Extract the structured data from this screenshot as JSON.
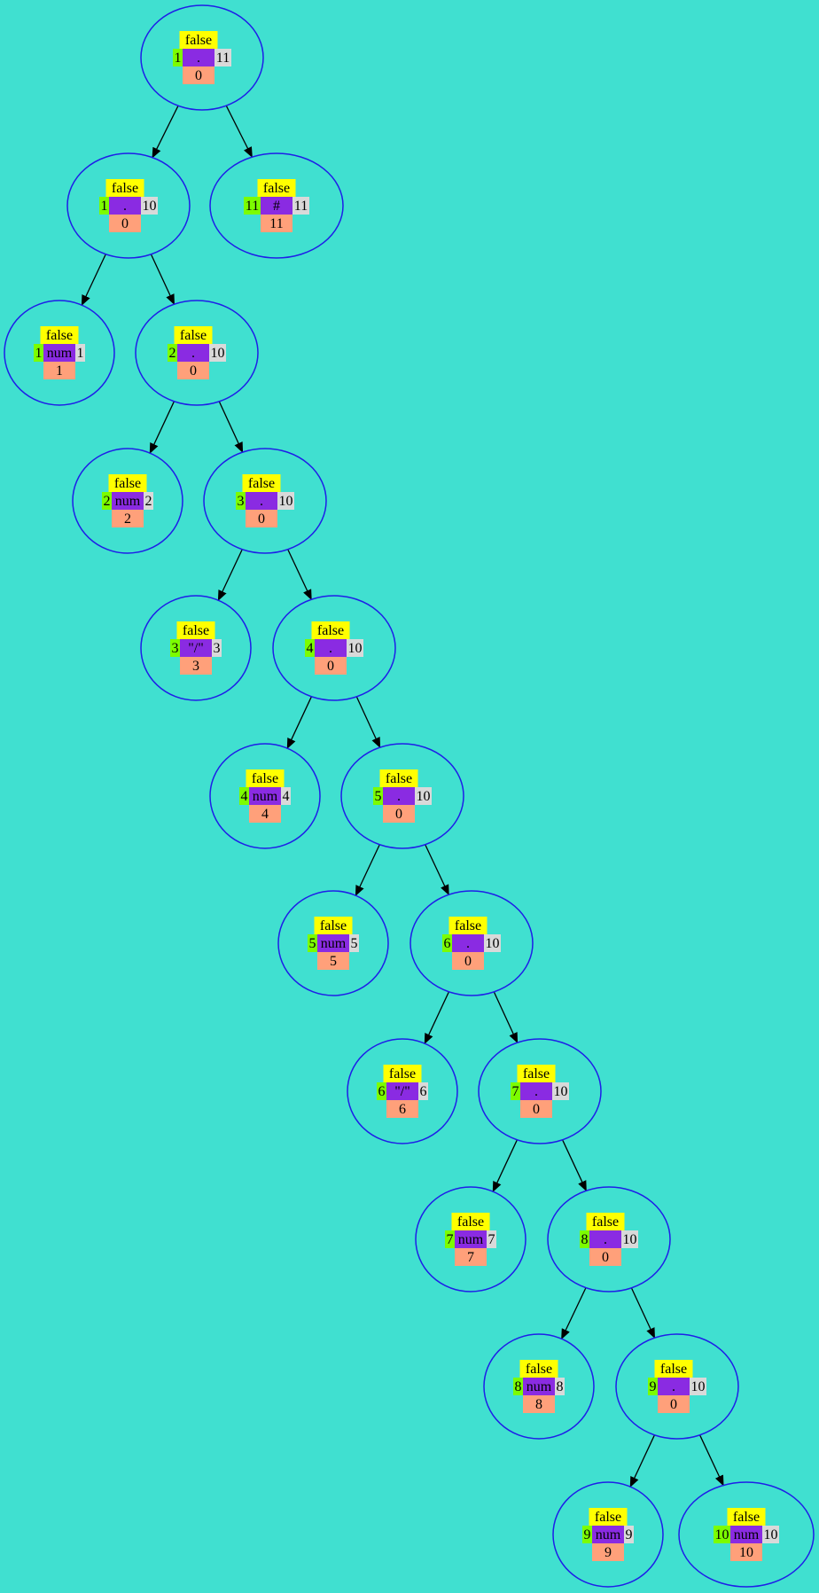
{
  "colors": {
    "background": "#40E0D0",
    "node_border": "#1E1EE8",
    "edge": "#000000",
    "nullable_cell": "#FFFF00",
    "firstpos_cell": "#7CFC00",
    "symbol_cell": "#8A2BE2",
    "lastpos_cell": "#D9D9D9",
    "position_cell": "#FFA07A"
  },
  "tree": {
    "nodes": [
      {
        "id": "n0",
        "nullable": "false",
        "first": "1",
        "symbol": ".",
        "last": "11",
        "pos": "0"
      },
      {
        "id": "n1",
        "nullable": "false",
        "first": "1",
        "symbol": ".",
        "last": "10",
        "pos": "0"
      },
      {
        "id": "n2",
        "nullable": "false",
        "first": "11",
        "symbol": "#",
        "last": "11",
        "pos": "11"
      },
      {
        "id": "n3",
        "nullable": "false",
        "first": "1",
        "symbol": "num",
        "last": "1",
        "pos": "1"
      },
      {
        "id": "n4",
        "nullable": "false",
        "first": "2",
        "symbol": ".",
        "last": "10",
        "pos": "0"
      },
      {
        "id": "n5",
        "nullable": "false",
        "first": "2",
        "symbol": "num",
        "last": "2",
        "pos": "2"
      },
      {
        "id": "n6",
        "nullable": "false",
        "first": "3",
        "symbol": ".",
        "last": "10",
        "pos": "0"
      },
      {
        "id": "n7",
        "nullable": "false",
        "first": "3",
        "symbol": "\"/\"",
        "last": "3",
        "pos": "3"
      },
      {
        "id": "n8",
        "nullable": "false",
        "first": "4",
        "symbol": ".",
        "last": "10",
        "pos": "0"
      },
      {
        "id": "n9",
        "nullable": "false",
        "first": "4",
        "symbol": "num",
        "last": "4",
        "pos": "4"
      },
      {
        "id": "n10",
        "nullable": "false",
        "first": "5",
        "symbol": ".",
        "last": "10",
        "pos": "0"
      },
      {
        "id": "n11",
        "nullable": "false",
        "first": "5",
        "symbol": "num",
        "last": "5",
        "pos": "5"
      },
      {
        "id": "n12",
        "nullable": "false",
        "first": "6",
        "symbol": ".",
        "last": "10",
        "pos": "0"
      },
      {
        "id": "n13",
        "nullable": "false",
        "first": "6",
        "symbol": "\"/\"",
        "last": "6",
        "pos": "6"
      },
      {
        "id": "n14",
        "nullable": "false",
        "first": "7",
        "symbol": ".",
        "last": "10",
        "pos": "0"
      },
      {
        "id": "n15",
        "nullable": "false",
        "first": "7",
        "symbol": "num",
        "last": "7",
        "pos": "7"
      },
      {
        "id": "n16",
        "nullable": "false",
        "first": "8",
        "symbol": ".",
        "last": "10",
        "pos": "0"
      },
      {
        "id": "n17",
        "nullable": "false",
        "first": "8",
        "symbol": "num",
        "last": "8",
        "pos": "8"
      },
      {
        "id": "n18",
        "nullable": "false",
        "first": "9",
        "symbol": ".",
        "last": "10",
        "pos": "0"
      },
      {
        "id": "n19",
        "nullable": "false",
        "first": "9",
        "symbol": "num",
        "last": "9",
        "pos": "9"
      },
      {
        "id": "n20",
        "nullable": "false",
        "first": "10",
        "symbol": "num",
        "last": "10",
        "pos": "10"
      }
    ],
    "edges": [
      {
        "from": "n0",
        "to": "n1"
      },
      {
        "from": "n0",
        "to": "n2"
      },
      {
        "from": "n1",
        "to": "n3"
      },
      {
        "from": "n1",
        "to": "n4"
      },
      {
        "from": "n4",
        "to": "n5"
      },
      {
        "from": "n4",
        "to": "n6"
      },
      {
        "from": "n6",
        "to": "n7"
      },
      {
        "from": "n6",
        "to": "n8"
      },
      {
        "from": "n8",
        "to": "n9"
      },
      {
        "from": "n8",
        "to": "n10"
      },
      {
        "from": "n10",
        "to": "n11"
      },
      {
        "from": "n10",
        "to": "n12"
      },
      {
        "from": "n12",
        "to": "n13"
      },
      {
        "from": "n12",
        "to": "n14"
      },
      {
        "from": "n14",
        "to": "n15"
      },
      {
        "from": "n14",
        "to": "n16"
      },
      {
        "from": "n16",
        "to": "n17"
      },
      {
        "from": "n16",
        "to": "n18"
      },
      {
        "from": "n18",
        "to": "n19"
      },
      {
        "from": "n18",
        "to": "n20"
      }
    ]
  }
}
